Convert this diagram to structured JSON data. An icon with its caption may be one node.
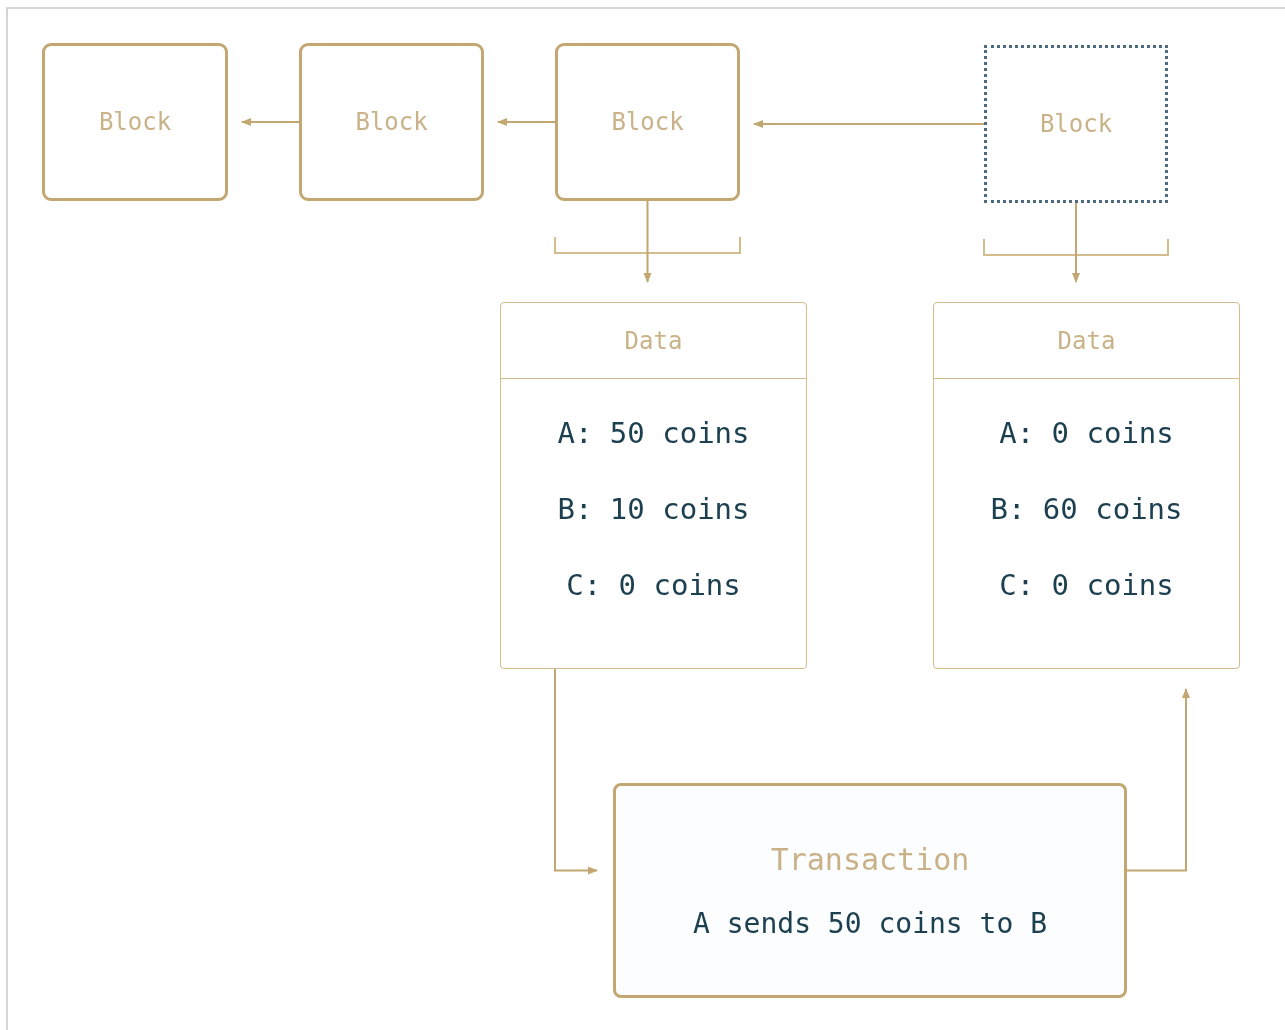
{
  "diagram": {
    "nodes": [
      {
        "text": [
          "Block"
        ]
      },
      {
        "text": [
          "Block"
        ]
      },
      {
        "text": [
          "Block"
        ]
      },
      {
        "text": [
          "Block"
        ]
      },
      {
        "text": [
          "Data",
          "A: 50 coins",
          "B: 10 coins",
          "C: 0 coins"
        ]
      },
      {
        "text": [
          "Data",
          "A: 0 coins",
          "B: 60 coins",
          "C: 0 coins"
        ]
      },
      {
        "text": [
          "Transaction",
          "A sends 50 coins to B"
        ]
      }
    ],
    "edges": [
      {
        "from": 1,
        "to": 0,
        "arrow": "to"
      },
      {
        "from": 2,
        "to": 1,
        "arrow": "to"
      },
      {
        "from": 3,
        "to": 2,
        "arrow": "to"
      },
      {
        "from": 2,
        "to": 4,
        "arrow": "to"
      },
      {
        "from": 3,
        "to": 5,
        "arrow": "to"
      },
      {
        "from": 4,
        "to": 6,
        "arrow": "to"
      },
      {
        "from": 6,
        "to": 5,
        "arrow": "to"
      }
    ]
  }
}
